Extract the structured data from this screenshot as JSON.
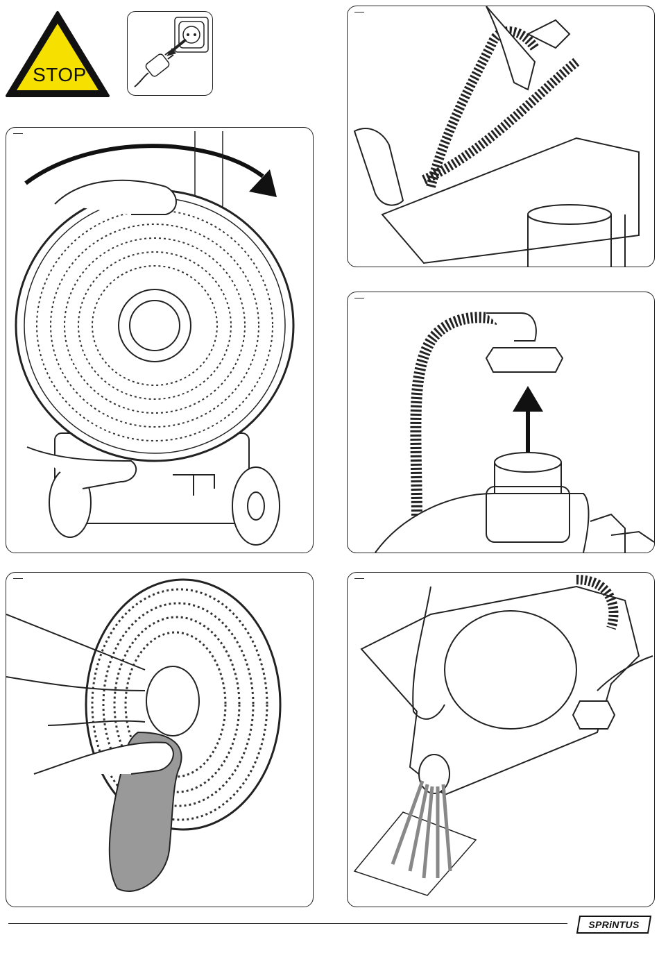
{
  "warning": {
    "stop_label": "STOP",
    "sign_color": "#f5e000",
    "icons": [
      "stop-sign-icon",
      "unplug-power-icon"
    ]
  },
  "panels": [
    {
      "id": "brush-removal",
      "icon": "rotate-arrow-icon"
    },
    {
      "id": "hose-lift",
      "icon": "hose-icon"
    },
    {
      "id": "cap-removal",
      "icon": "up-arrow-icon"
    },
    {
      "id": "brush-wipe",
      "icon": "cloth-icon"
    },
    {
      "id": "tank-drain",
      "icon": "water-flow-icon"
    }
  ],
  "footer": {
    "brand": "SPRiNTUS"
  }
}
